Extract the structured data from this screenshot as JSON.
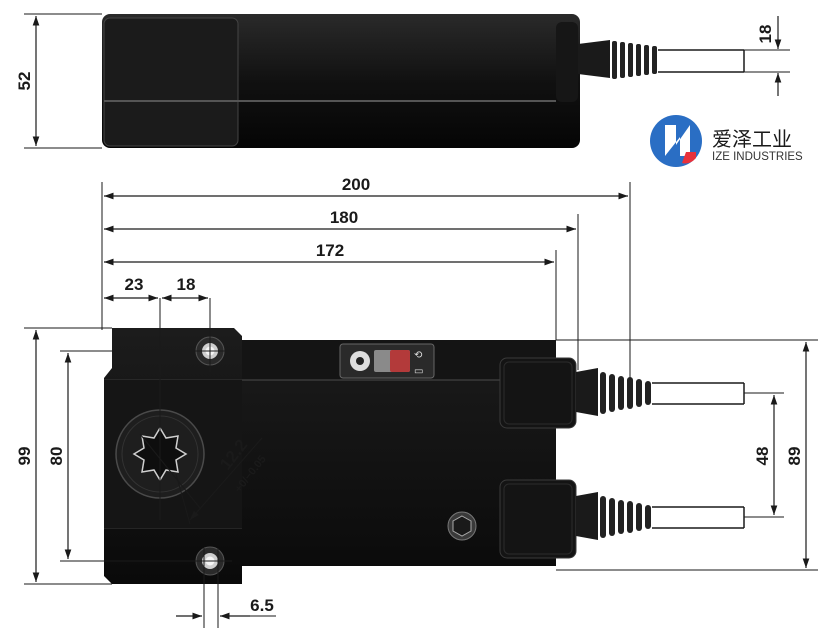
{
  "brand": {
    "name_cn": "爱泽工业",
    "name_en": "IZE INDUSTRIES",
    "colors": {
      "logo_blue": "#2a6ec4",
      "logo_red": "#e8313b"
    }
  },
  "dimensions": {
    "top_view_height": "52",
    "cable_diameter": "18",
    "overall_length": "200",
    "length_to_connector": "180",
    "body_length": "172",
    "hole_offset": "23",
    "hole_to_shaft": "18",
    "shaft_size": "12.2",
    "shaft_tolerance": "+0/−0.05",
    "total_height": "99",
    "hole_spacing": "80",
    "hole_diameter": "6.5",
    "connector_spacing": "48",
    "connector_height": "89"
  },
  "colors": {
    "body": "#111111",
    "body_highlight": "#3a3a3a",
    "line": "#1a1a1a"
  }
}
